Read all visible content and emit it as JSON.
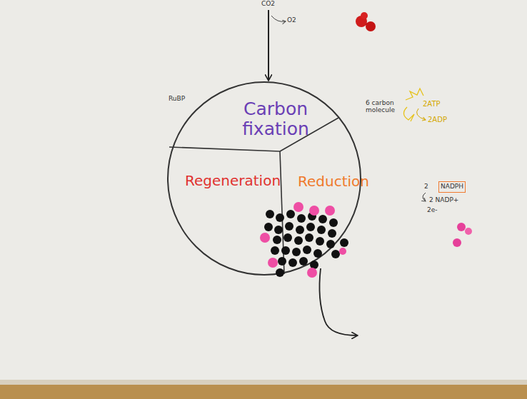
{
  "diagram": {
    "nodes": [
      {
        "text": [
          "Carbon fixation"
        ]
      },
      {
        "text": [
          "Regeneration"
        ]
      },
      {
        "text": [
          "Reduction"
        ]
      },
      {
        "text": [
          "NADPH"
        ]
      }
    ],
    "labels": [
      "CO2",
      "O2",
      "RuBP",
      "6 carbon molecule",
      "2ATP",
      "2ADP",
      "2",
      "2 NADP+",
      "2e-"
    ]
  }
}
